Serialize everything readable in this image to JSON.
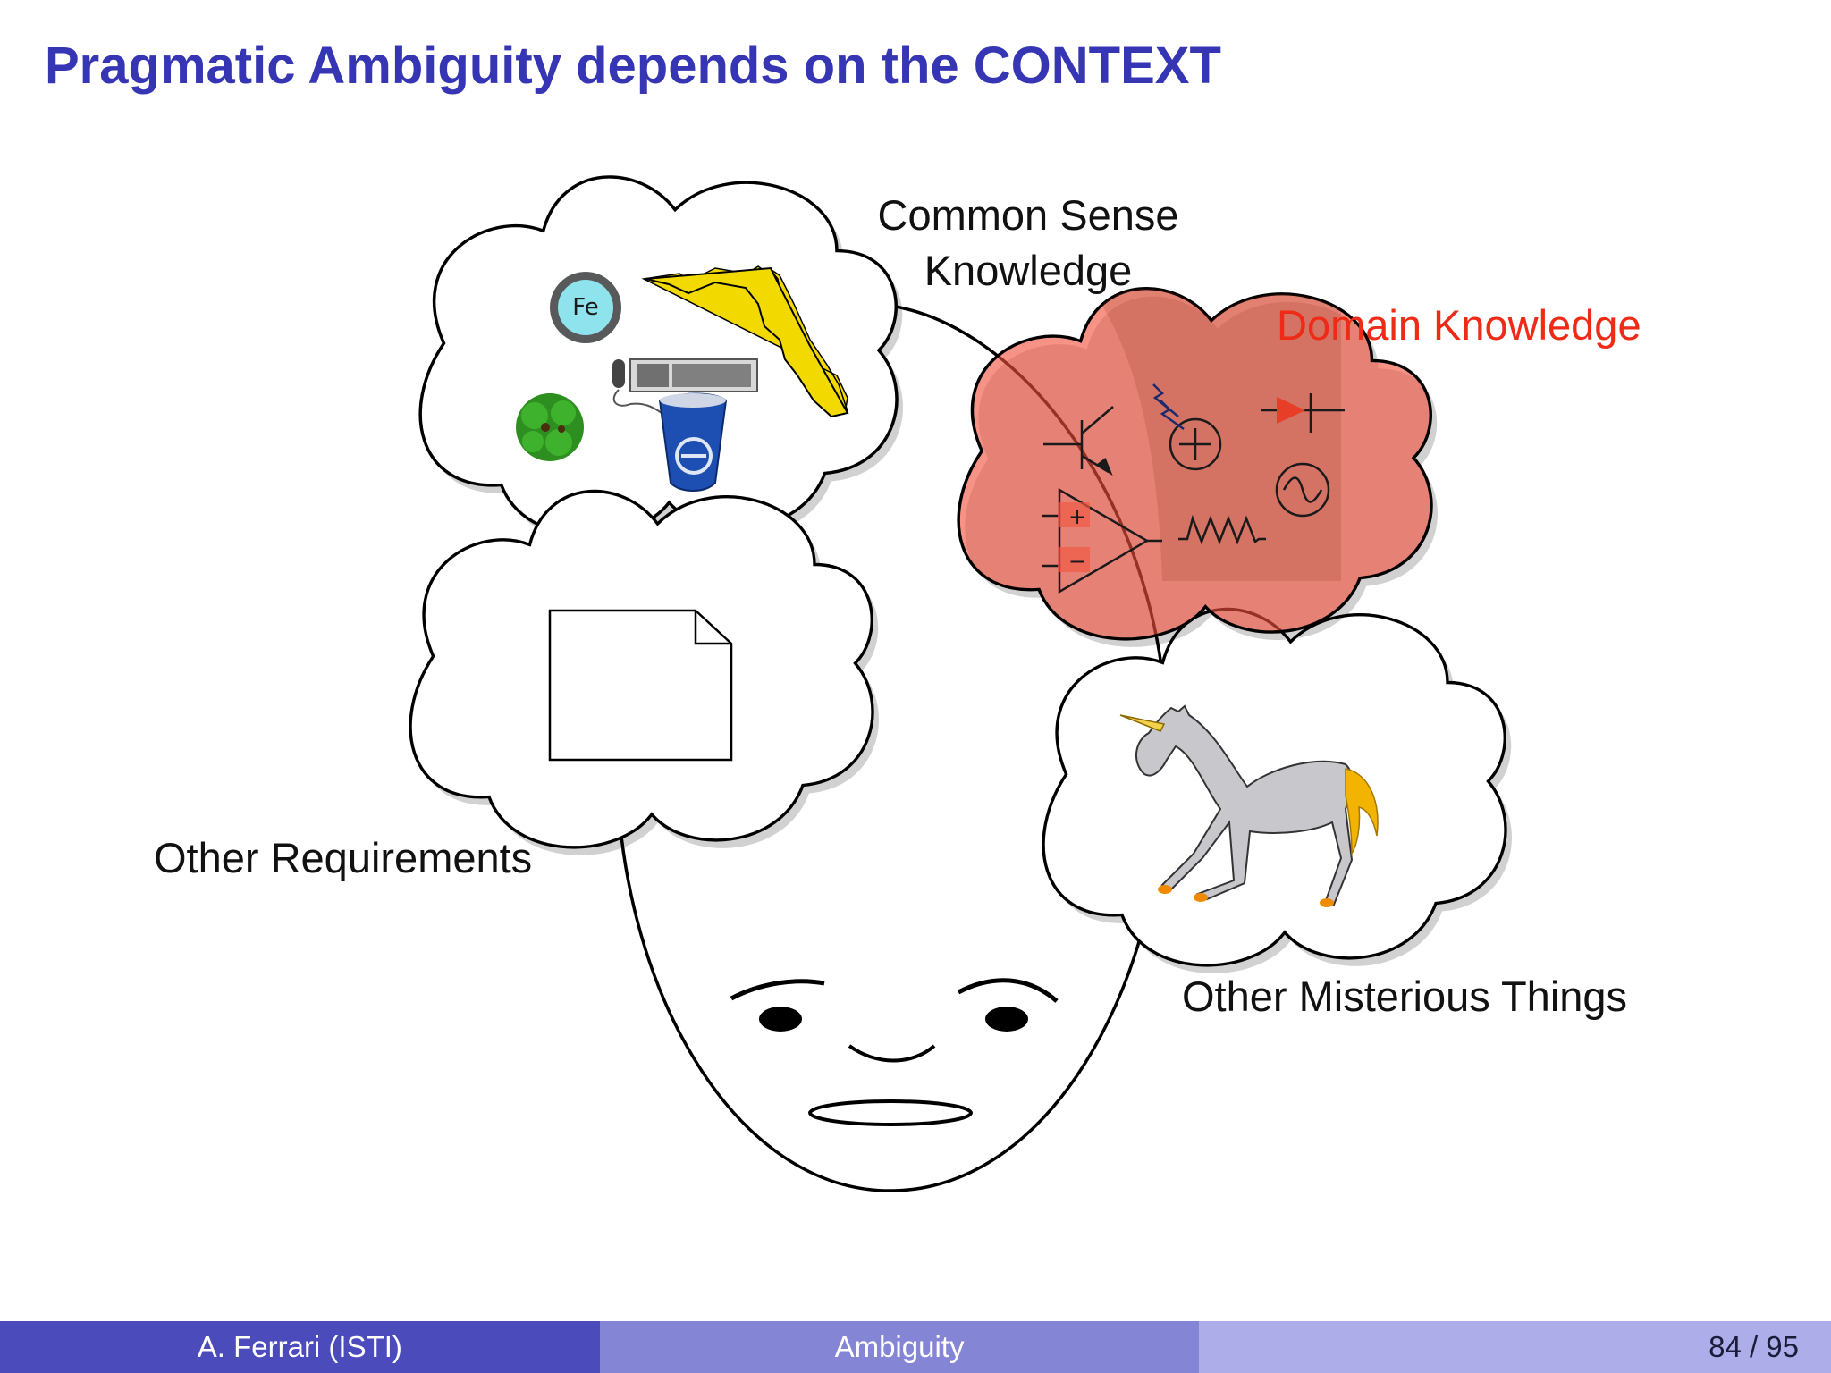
{
  "slide": {
    "title": "Pragmatic Ambiguity depends on the CONTEXT"
  },
  "labels": {
    "common_sense_line1": "Common Sense",
    "common_sense_line2": "Knowledge",
    "domain_knowledge": "Domain Knowledge",
    "other_requirements": "Other Requirements",
    "other_mysterious": "Other Misterious Things"
  },
  "icons": {
    "iron_symbol": "Fe",
    "opamp_plus": "+",
    "opamp_minus": "−"
  },
  "colors": {
    "title": "#3636b4",
    "domain_label": "#ee2b17",
    "domain_cloud": "#f0503c",
    "florida": "#f2da00",
    "unicorn_body": "#c8c8cc",
    "unicorn_mane": "#f2b400"
  },
  "footer": {
    "author": "A. Ferrari  (ISTI)",
    "topic": "Ambiguity",
    "page": "84 / 95"
  }
}
